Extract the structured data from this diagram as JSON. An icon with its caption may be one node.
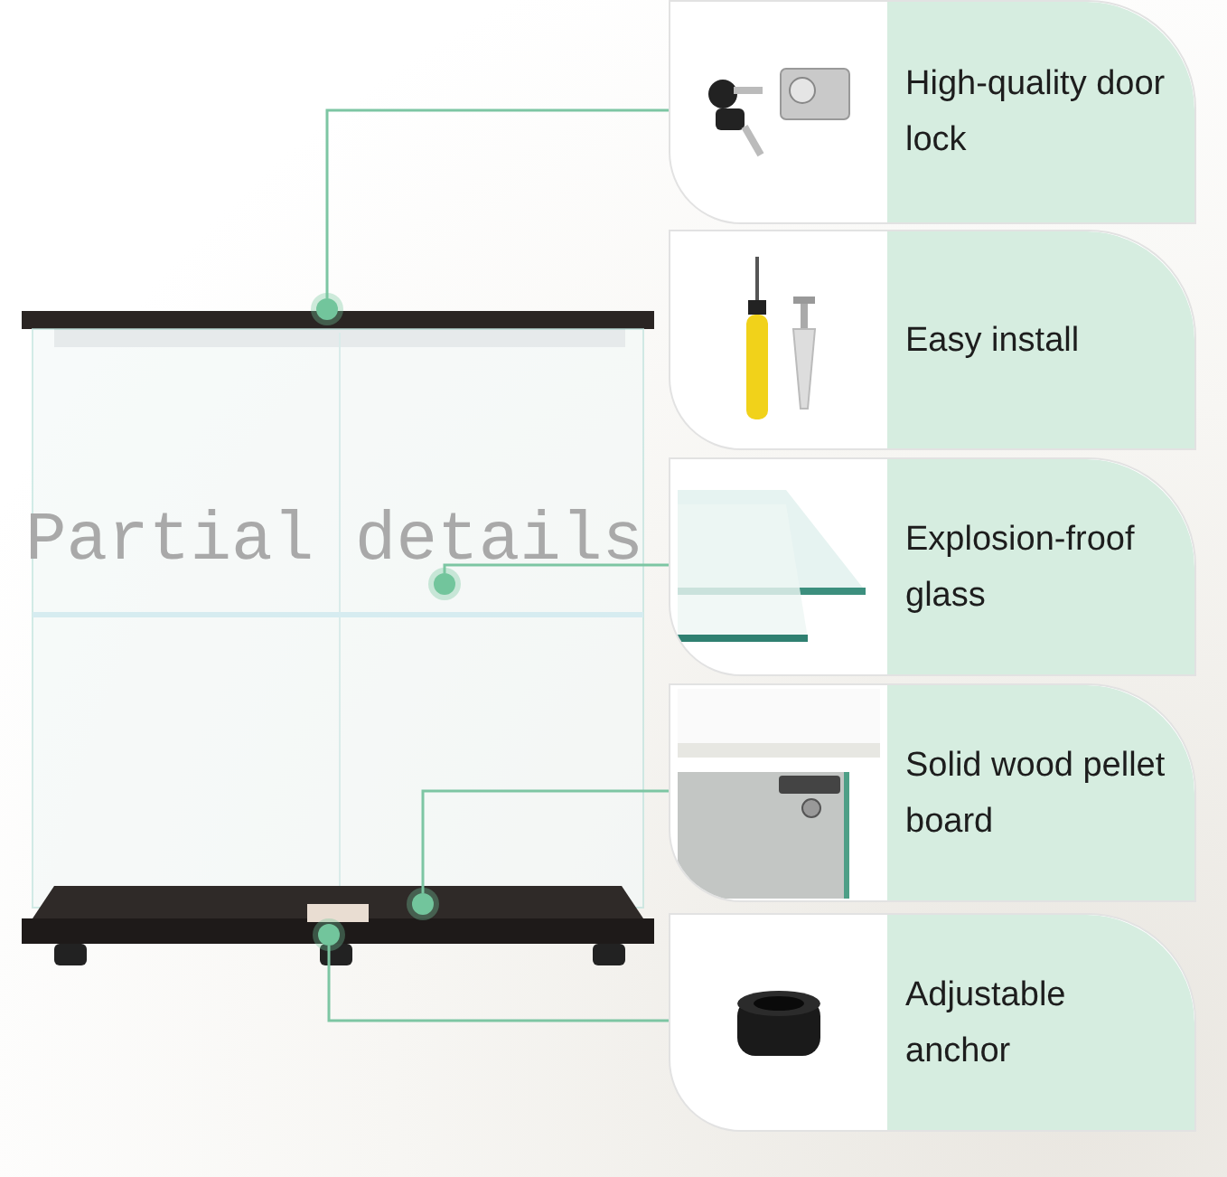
{
  "diagram": {
    "nodes": [
      {
        "text": [
          "High-quality door lock"
        ]
      },
      {
        "text": [
          "Easy install"
        ]
      },
      {
        "text": [
          "Explosion-froof glass"
        ]
      },
      {
        "text": [
          "Solid wood pellet board"
        ]
      },
      {
        "text": [
          "Adjustable anchor"
        ]
      },
      {
        "text": [],
        "shape": "circle"
      },
      {
        "text": [],
        "shape": "circle"
      },
      {
        "text": [],
        "shape": "circle"
      },
      {
        "text": [],
        "shape": "circle"
      }
    ],
    "edges": [
      {
        "from": 0,
        "to": 5,
        "arrow": "none"
      },
      {
        "from": 2,
        "to": 6,
        "arrow": "none"
      },
      {
        "from": 3,
        "to": 7,
        "arrow": "none"
      },
      {
        "from": 4,
        "to": 8,
        "arrow": "none"
      }
    ],
    "labels": [
      "Partial details"
    ]
  }
}
